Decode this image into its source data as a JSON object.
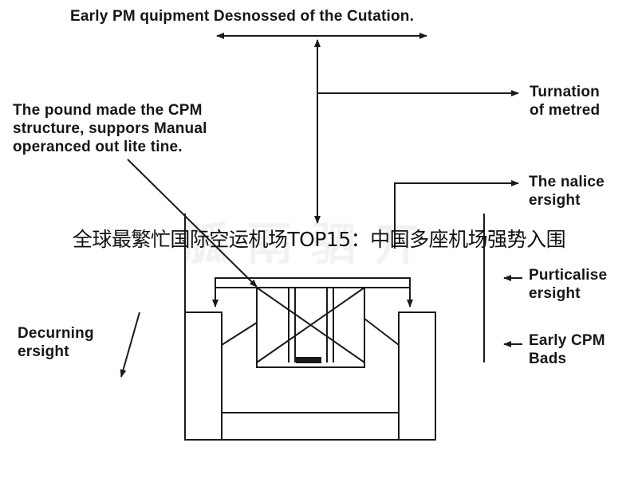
{
  "diagram": {
    "title": "Early PM quipment Desnossed of the Cutation.",
    "labels": {
      "turnation": [
        "Turnation",
        "of metred"
      ],
      "pound": [
        "The pound made the CPM",
        "structure, suppors Manual",
        "operanced out lite tine."
      ],
      "nalice": [
        "The nalice",
        "ersight"
      ],
      "particalise": [
        "Purticalise",
        "ersight"
      ],
      "decurning": [
        "Decurning",
        "ersight"
      ],
      "early_cpm": [
        "Early CPM",
        "Bads"
      ]
    }
  },
  "overlay": {
    "caption": "全球最繁忙国际空运机场TOP15：中国多座机场强势入围"
  },
  "colors": {
    "line": "#1a1a1a",
    "text": "#161616",
    "background": "#ffffff"
  }
}
